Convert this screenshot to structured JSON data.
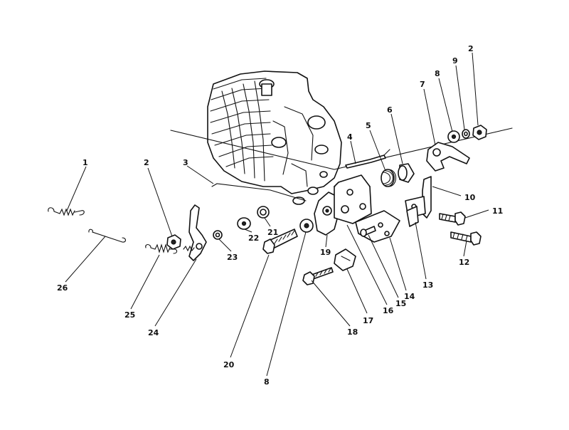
{
  "callouts": [
    {
      "id": "c1",
      "text": "1"
    },
    {
      "id": "c2a",
      "text": "2"
    },
    {
      "id": "c2b",
      "text": "2"
    },
    {
      "id": "c3",
      "text": "3"
    },
    {
      "id": "c4",
      "text": "4"
    },
    {
      "id": "c5",
      "text": "5"
    },
    {
      "id": "c6",
      "text": "6"
    },
    {
      "id": "c7",
      "text": "7"
    },
    {
      "id": "c8a",
      "text": "8"
    },
    {
      "id": "c8b",
      "text": "8"
    },
    {
      "id": "c9",
      "text": "9"
    },
    {
      "id": "c10",
      "text": "10"
    },
    {
      "id": "c11",
      "text": "11"
    },
    {
      "id": "c12",
      "text": "12"
    },
    {
      "id": "c13",
      "text": "13"
    },
    {
      "id": "c14",
      "text": "14"
    },
    {
      "id": "c15",
      "text": "15"
    },
    {
      "id": "c16",
      "text": "16"
    },
    {
      "id": "c17",
      "text": "17"
    },
    {
      "id": "c18",
      "text": "18"
    },
    {
      "id": "c19",
      "text": "19"
    },
    {
      "id": "c20",
      "text": "20"
    },
    {
      "id": "c21",
      "text": "21"
    },
    {
      "id": "c22",
      "text": "22"
    },
    {
      "id": "c23",
      "text": "23"
    },
    {
      "id": "c24",
      "text": "24"
    },
    {
      "id": "c25",
      "text": "25"
    },
    {
      "id": "c26",
      "text": "26"
    }
  ]
}
